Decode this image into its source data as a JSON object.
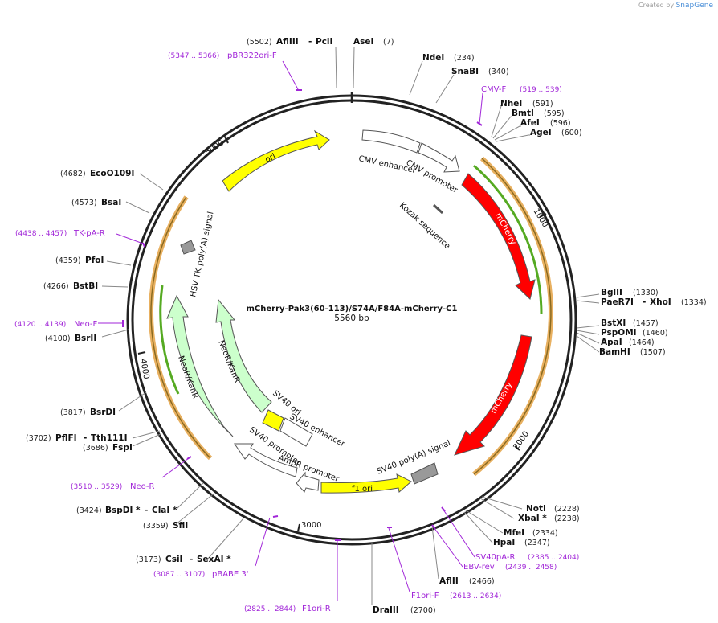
{
  "credit": {
    "prefix": "Created by",
    "brand": "SnapGene"
  },
  "plasmid": {
    "name": "mCherry-Pak3(60-113)/S74A/F84A-mCherry-C1",
    "length": "5560 bp"
  },
  "ticks": [
    "1000",
    "2000",
    "3000",
    "4000",
    "5000"
  ],
  "features": [
    {
      "label": "CMV enhancer"
    },
    {
      "label": "CMV promoter"
    },
    {
      "label": "Kozak sequence"
    },
    {
      "label": "mCherry"
    },
    {
      "label": "mCherry"
    },
    {
      "label": "SV40 poly(A) signal"
    },
    {
      "label": "f1 ori"
    },
    {
      "label": "AmpR promoter"
    },
    {
      "label": "SV40 promoter"
    },
    {
      "label": "SV40 ori"
    },
    {
      "label": "SV40 enhancer"
    },
    {
      "label": "NeoR/KanR"
    },
    {
      "label": "NeoR/KanR"
    },
    {
      "label": "HSV TK poly(A) signal"
    },
    {
      "label": "ori"
    }
  ],
  "enzymes": [
    {
      "name": "AflIII",
      "name2": "PciI",
      "pos": "(5502)"
    },
    {
      "name": "AseI",
      "pos": "(7)"
    },
    {
      "name": "NdeI",
      "pos": "(234)"
    },
    {
      "name": "SnaBI",
      "pos": "(340)"
    },
    {
      "name": "NheI",
      "pos": "(591)"
    },
    {
      "name": "BmtI",
      "pos": "(595)"
    },
    {
      "name": "AfeI",
      "pos": "(596)"
    },
    {
      "name": "AgeI",
      "pos": "(600)"
    },
    {
      "name": "BglII",
      "pos": "(1330)"
    },
    {
      "name": "PaeR7I",
      "name2": "XhoI",
      "pos": "(1334)"
    },
    {
      "name": "BstXI",
      "pos": "(1457)"
    },
    {
      "name": "PspOMI",
      "pos": "(1460)"
    },
    {
      "name": "ApaI",
      "pos": "(1464)"
    },
    {
      "name": "BamHI",
      "pos": "(1507)"
    },
    {
      "name": "NotI",
      "pos": "(2228)"
    },
    {
      "name": "XbaI *",
      "pos": "(2238)"
    },
    {
      "name": "MfeI",
      "pos": "(2334)"
    },
    {
      "name": "HpaI",
      "pos": "(2347)"
    },
    {
      "name": "AflII",
      "pos": "(2466)"
    },
    {
      "name": "DraIII",
      "pos": "(2700)"
    },
    {
      "name": "CsiI",
      "name2": "SexAI *",
      "pos": "(3173)"
    },
    {
      "name": "SfiI",
      "pos": "(3359)"
    },
    {
      "name": "BspDI *",
      "name2": "ClaI *",
      "pos": "(3424)"
    },
    {
      "name": "FspI",
      "pos": "(3686)"
    },
    {
      "name": "PflFI",
      "name2": "Tth111I",
      "pos": "(3702)"
    },
    {
      "name": "BsrDI",
      "pos": "(3817)"
    },
    {
      "name": "BsrII",
      "pos": "(4100)"
    },
    {
      "name": "BstBI",
      "pos": "(4266)"
    },
    {
      "name": "PfoI",
      "pos": "(4359)"
    },
    {
      "name": "BsaI",
      "pos": "(4573)"
    },
    {
      "name": "EcoO109I",
      "pos": "(4682)"
    }
  ],
  "primers": [
    {
      "name": "pBR322ori-F",
      "range": "(5347 .. 5366)"
    },
    {
      "name": "CMV-F",
      "range": "(519 .. 539)"
    },
    {
      "name": "SV40pA-R",
      "range": "(2385 .. 2404)"
    },
    {
      "name": "EBV-rev",
      "range": "(2439 .. 2458)"
    },
    {
      "name": "F1ori-F",
      "range": "(2613 .. 2634)"
    },
    {
      "name": "F1ori-R",
      "range": "(2825 .. 2844)"
    },
    {
      "name": "pBABE 3'",
      "range": "(3087 .. 3107)"
    },
    {
      "name": "Neo-R",
      "range": "(3510 .. 3529)"
    },
    {
      "name": "Neo-F",
      "range": "(4120 .. 4139)"
    },
    {
      "name": "TK-pA-R",
      "range": "(4438 .. 4457)"
    }
  ],
  "colors": {
    "backbone": "#222222",
    "ori": "#ffff00",
    "mcherry": "#ff0000",
    "neo": "#ccffcc",
    "promoter": "#ffffff",
    "polyA": "#999999",
    "primer": "#a126d8",
    "orf_orange": "#e0a040",
    "orf_green": "#55aa22"
  }
}
